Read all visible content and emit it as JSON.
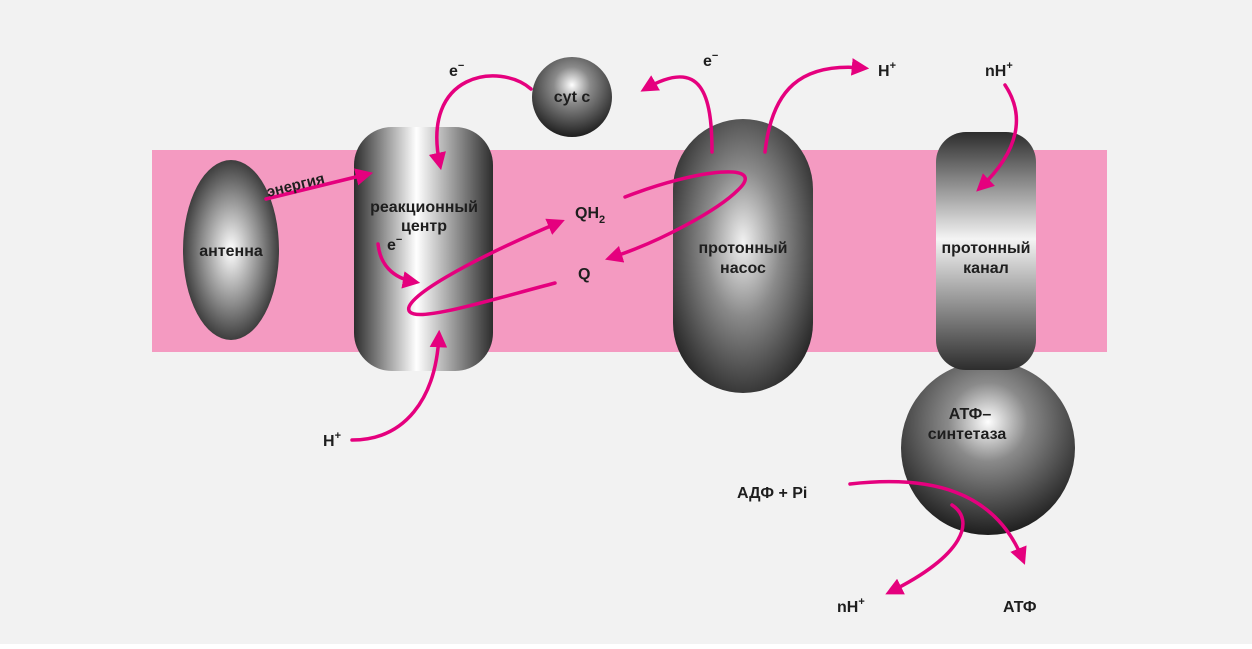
{
  "colors": {
    "background": "#f2f2f2",
    "membrane": "#f49ac1",
    "arrow": "#e5007e",
    "protein_dark": "#2b2b2b",
    "protein_light": "#ffffff",
    "label": "#1e1e1e"
  },
  "components": {
    "antenna": "антенна",
    "reaction_center_line1": "реакционный",
    "reaction_center_line2": "центр",
    "cyt_c": "cyt c",
    "proton_pump_line1": "протонный",
    "proton_pump_line2": "насос",
    "proton_channel_line1": "протонный",
    "proton_channel_line2": "канал",
    "atp_synthase_line1": "АТФ–",
    "atp_synthase_line2": "синтетаза"
  },
  "labels": {
    "energy": "энергия",
    "e_minus": "e",
    "minus_sign": "−",
    "qh2_base": "QH",
    "qh2_sub": "2",
    "q": "Q",
    "h_plus_base": "H",
    "plus_sign": "+",
    "nh_plus_base": "nH",
    "adp_pi": "АДФ + Pi",
    "atp": "АТФ"
  }
}
